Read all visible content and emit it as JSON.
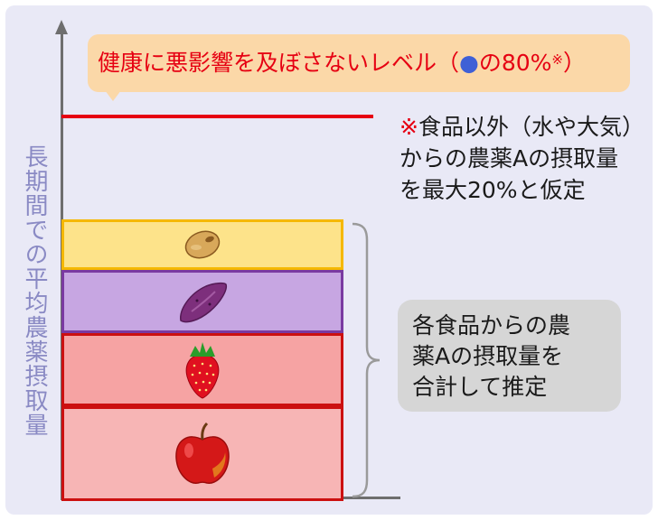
{
  "y_axis_label": "長期間での平均農薬摂取量",
  "limit_label": {
    "main": "健康に悪影響を及ぼさないレベル（",
    "dot": "●",
    "rest": "の80%",
    "mark": "※",
    "close": "）"
  },
  "note": {
    "mark": "※",
    "line1": "食品以外（水や大気）",
    "line2": "からの農薬Aの摂取量",
    "line3": "を最大20%と仮定"
  },
  "bubble": {
    "line1": "各食品からの農",
    "line2": "薬Aの摂取量を",
    "line3": "合計して推定"
  },
  "blocks": [
    {
      "food": "soybean-icon",
      "color": "#fde38a",
      "border": "#f5b800"
    },
    {
      "food": "sweet-potato-icon",
      "color": "#c7a6e2",
      "border": "#7a3aa1"
    },
    {
      "food": "strawberry-icon",
      "color": "#f6a3a3",
      "border": "#cc1010"
    },
    {
      "food": "apple-icon",
      "color": "#f7b5b5",
      "border": "#cc1010"
    }
  ],
  "colors": {
    "limit_line": "#e60012",
    "limit_box": "#fbd8a8",
    "panel": "#e9e9f6",
    "axis": "#6e6e6e"
  }
}
